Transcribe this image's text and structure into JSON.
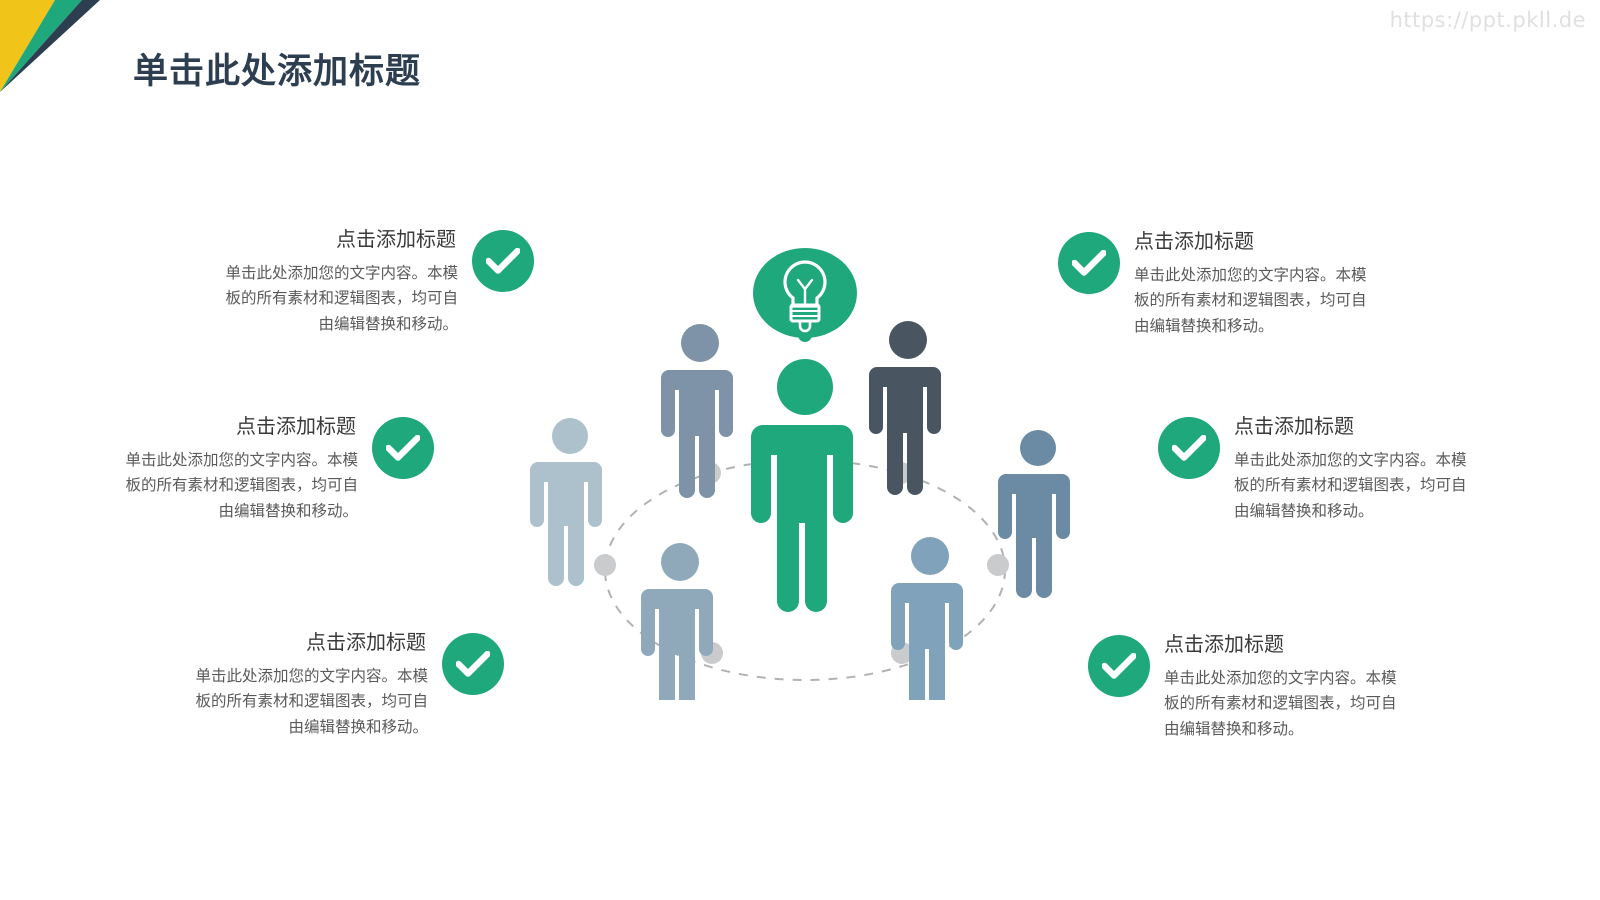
{
  "watermark": "https://ppt.pkll.de",
  "title": "单击此处添加标题",
  "colors": {
    "accent_green": "#1ea87b",
    "title_navy": "#2c3e50",
    "corner_yellow": "#f0c419",
    "corner_green": "#1ea87b",
    "corner_navy": "#2c3e50",
    "body_text": "#5a5a5a",
    "heading_text": "#3a3a3a",
    "watermark_gray": "#e0e0e0",
    "dot_gray": "#c9cbcc",
    "ellipse_gray": "#b0b3b5"
  },
  "icons": {
    "check": "check-icon",
    "bulb": "lightbulb-icon"
  },
  "blocks": [
    {
      "id": "top-left",
      "side": "left",
      "title": "点击添加标题",
      "body": "单击此处添加您的文字内容。本模板的所有素材和逻辑图表，均可自由编辑替换和移动。"
    },
    {
      "id": "middle-left",
      "side": "left",
      "title": "点击添加标题",
      "body": "单击此处添加您的文字内容。本模板的所有素材和逻辑图表，均可自由编辑替换和移动。"
    },
    {
      "id": "bottom-left",
      "side": "left",
      "title": "点击添加标题",
      "body": "单击此处添加您的文字内容。本模板的所有素材和逻辑图表，均可自由编辑替换和移动。"
    },
    {
      "id": "top-right",
      "side": "right",
      "title": "点击添加标题",
      "body": "单击此处添加您的文字内容。本模板的所有素材和逻辑图表，均可自由编辑替换和移动。"
    },
    {
      "id": "middle-right",
      "side": "right",
      "title": "点击添加标题",
      "body": "单击此处添加您的文字内容。本模板的所有素材和逻辑图表，均可自由编辑替换和移动。"
    },
    {
      "id": "bottom-right",
      "side": "right",
      "title": "点击添加标题",
      "body": "单击此处添加您的文字内容。本模板的所有素材和逻辑图表，均可自由编辑替换和移动。"
    }
  ],
  "center_figures": [
    {
      "id": "leader",
      "color": "#1ea87b"
    },
    {
      "id": "upper-left",
      "color": "#7e93a8"
    },
    {
      "id": "upper-right",
      "color": "#4a5562"
    },
    {
      "id": "far-left",
      "color": "#adc1cc"
    },
    {
      "id": "far-right",
      "color": "#6a8ba3"
    },
    {
      "id": "lower-left",
      "color": "#8fa9bb"
    },
    {
      "id": "lower-right",
      "color": "#80a2bb"
    }
  ]
}
